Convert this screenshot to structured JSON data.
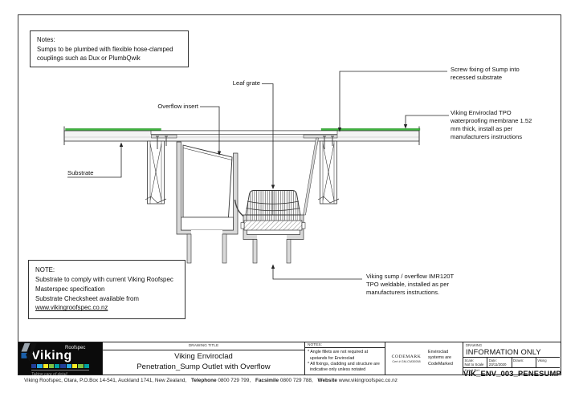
{
  "colors": {
    "membrane_green": "#3eb43e",
    "line": "#333333",
    "wall_gray": "#d9d9d9",
    "deck_gray": "#f3f3f3"
  },
  "notes_box": {
    "title": "Notes:",
    "body": "Sumps to be plumbed with flexible hose-clamped\ncouplings such as Dux or PlumbQwik"
  },
  "note_box": {
    "title": "NOTE:",
    "body": "Substrate to comply with current Viking Roofspec\nMasterspec specification\nSubstrate Checksheet available from",
    "link": "www.vikingroofspec.co.nz"
  },
  "annotations": {
    "leaf_grate": "Leaf grate",
    "overflow_insert": "Overflow insert",
    "substrate": "Substrate",
    "screw_fixing": "Screw fixing of Sump into\nrecessed substrate",
    "membrane": "Viking Enviroclad TPO\nwaterproofing membrane 1.52\nmm thick, install as per\nmanufacturers instructions",
    "sump": "Viking sump / overflow IMR120T\nTPO weldable, installed as per\nmanufacturers instructions."
  },
  "title_block": {
    "logo": {
      "brand": "Viking",
      "sub": "Roofspec",
      "tagline": "Taking care of detail",
      "squares": [
        "#223f99",
        "#2aa9e0",
        "#f8ec26",
        "#7ec242",
        "#00a2a0",
        "#223f99",
        "#2aa9e0",
        "#f8ec26",
        "#7ec242",
        "#00a2a0"
      ]
    },
    "drawing_title": {
      "header": "DRAWING TITLE",
      "line1": "Viking Enviroclad",
      "line2": "Penetration_Sump Outlet with Overflow"
    },
    "notes": {
      "header": "NOTES:",
      "items": [
        "* Angle fillets are not required at\n  upstands for Enviroclad",
        "* All fixings, cladding and structure are\n  indicative only unless notated"
      ]
    },
    "codemark": {
      "name": "CODEMARK",
      "cert": "Cert # GM-CM30058",
      "caption": "Enviroclad\nsystems are\nCodeMarked"
    },
    "info": {
      "header": "DRAWING",
      "status": "INFORMATION ONLY",
      "fields": [
        {
          "label": "Scale:",
          "value": "Not to Scale"
        },
        {
          "label": "Date:",
          "value": "23/11/2020"
        },
        {
          "label": "Drawn:",
          "value": ""
        },
        {
          "label": "Viking",
          "value": ""
        }
      ],
      "detail_ref_label": "Detail Ref:",
      "detail_ref": "VIK_ENV_003_PENESUMP"
    }
  },
  "footer": {
    "address": "Viking Roofspec, Otara, P.O.Box 14-541, Auckland 1741, New Zealand,",
    "tel_label": "Telephone",
    "tel": "0800 729 799,",
    "fax_label": "Facsimile",
    "fax": "0800 729 788,",
    "web_label": "Website",
    "web": "www.vikingroofspec.co.nz"
  }
}
